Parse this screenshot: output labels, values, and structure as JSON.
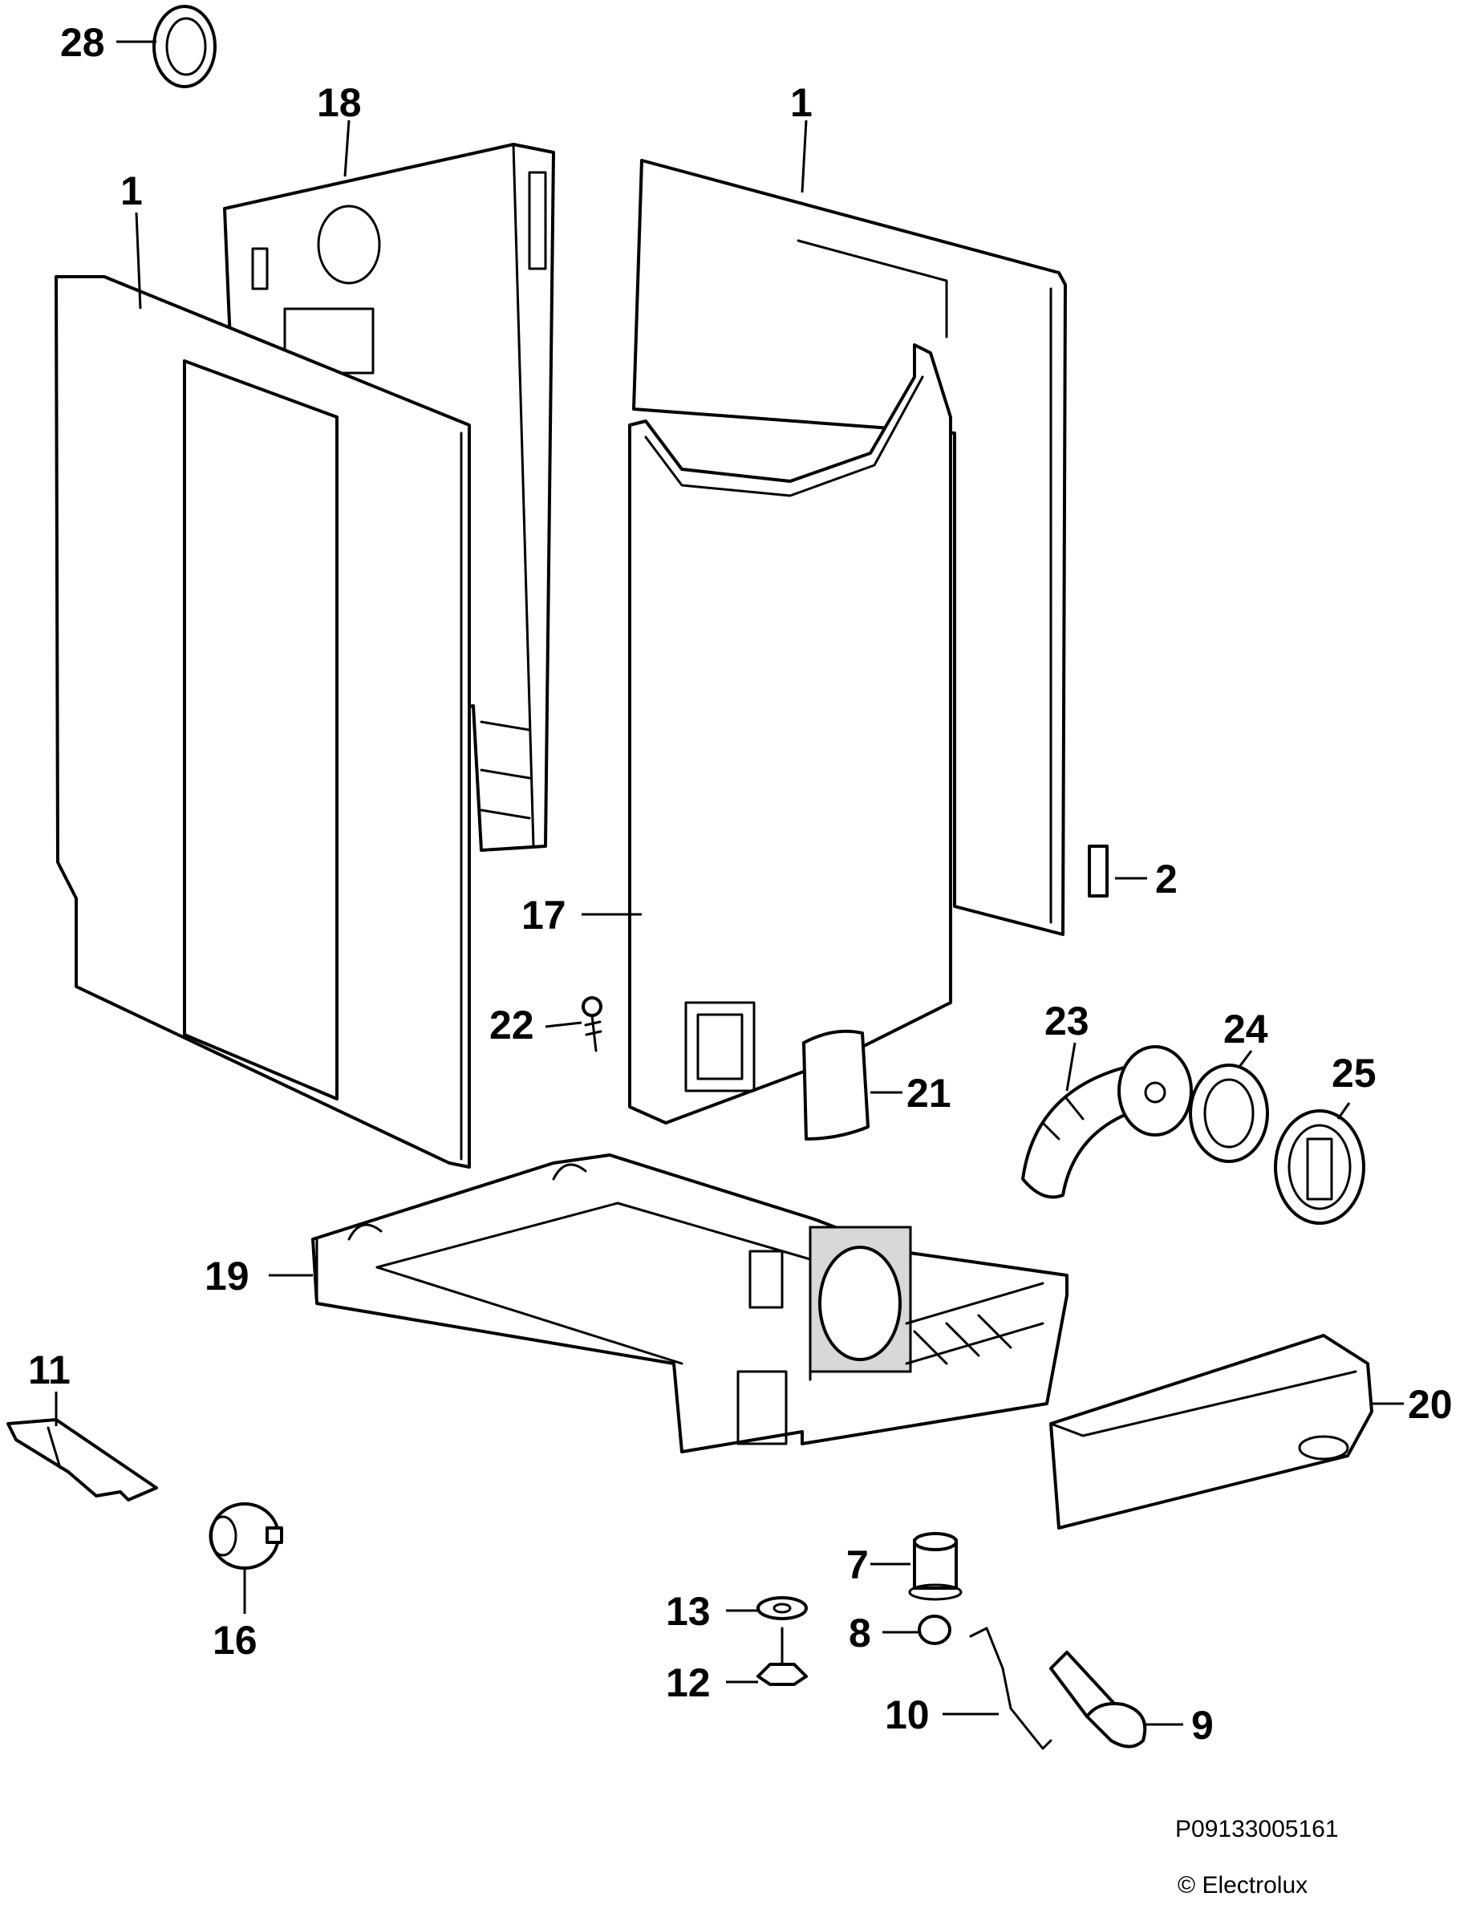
{
  "labels": {
    "p28": "28",
    "p18": "18",
    "p1a": "1",
    "p1b": "1",
    "p2": "2",
    "p17": "17",
    "p22": "22",
    "p21": "21",
    "p23": "23",
    "p24": "24",
    "p25": "25",
    "p19": "19",
    "p11": "11",
    "p20": "20",
    "p16": "16",
    "p7": "7",
    "p13": "13",
    "p8": "8",
    "p12": "12",
    "p10": "10",
    "p9": "9"
  },
  "footer": {
    "code": "P09133005161",
    "copyright": "© Electrolux"
  }
}
